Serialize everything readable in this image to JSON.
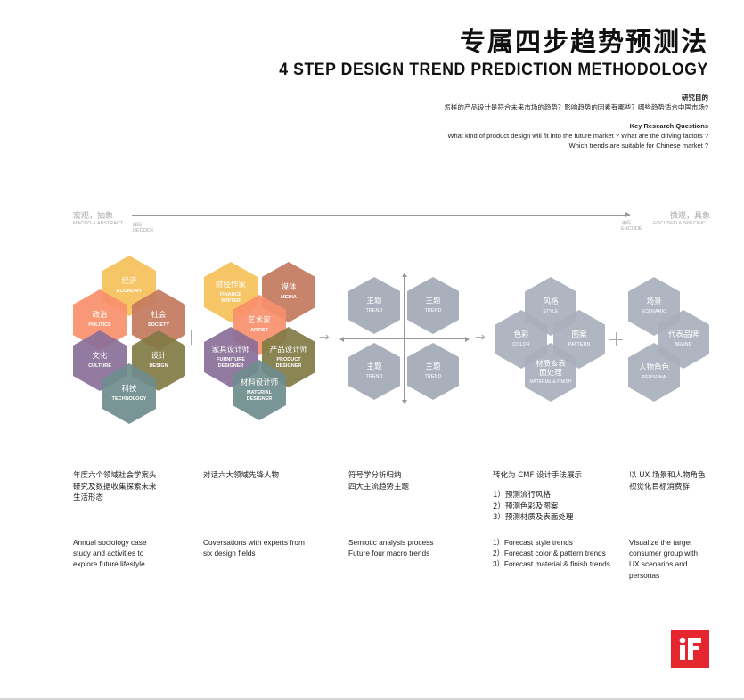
{
  "header": {
    "title_cn": "专属四步趋势预测法",
    "title_en": "4 STEP DESIGN TREND PREDICTION METHODOLOGY"
  },
  "research": {
    "heading_cn": "研究目的",
    "question_cn": "怎样的产品设计是符合未来市场的趋势？影响趋势的因素有哪些？哪些趋势适合中国市场?",
    "heading_en": "Key Research Questions",
    "question_en_1": "What kind of product design will fit into the future market ?   What are the driving factors ?",
    "question_en_2": "Which trends are suitable for Chinese market ?"
  },
  "axis": {
    "left_cn": "宏观，抽象",
    "left_en": "MACRO & ABSTRACT",
    "decode_cn": "解码",
    "decode_en": "DECODE",
    "encode_cn": "编码",
    "encode_en": "ENCODE",
    "right_cn": "微观，具象",
    "right_en": "FOCUSED & SPECIFIC",
    "color": "#9a9a9a"
  },
  "step1": {
    "hexes": [
      {
        "cn": "经济",
        "en": "ECONOMY",
        "color": "#f6c35e"
      },
      {
        "cn": "政治",
        "en": "POLITICS",
        "color": "#f9906b"
      },
      {
        "cn": "社会",
        "en": "SOCIETY",
        "color": "#c47a5e"
      },
      {
        "cn": "文化",
        "en": "CULTURE",
        "color": "#8a6f98"
      },
      {
        "cn": "设计",
        "en": "DESIGN",
        "color": "#827a45"
      },
      {
        "cn": "科技",
        "en": "TECHNOLOGY",
        "color": "#6f8d8e"
      }
    ],
    "desc_cn": "年度六个领域社会学案头研究及数据收集探索未来生活形态",
    "desc_en": "Annual sociology case study and activities to explore future lifestyle"
  },
  "step2": {
    "hexes": [
      {
        "cn": "财经作家",
        "en": "FINANCE WRITER",
        "color": "#f6c35e"
      },
      {
        "cn": "媒体",
        "en": "MEDIA",
        "color": "#c47a5e"
      },
      {
        "cn": "艺术家",
        "en": "ARTIST",
        "color": "#f9906b"
      },
      {
        "cn": "家具设计师",
        "en": "FURNITURE DESIGNER",
        "color": "#8a6f98"
      },
      {
        "cn": "产品设计师",
        "en": "PRODUCT DESIGNER",
        "color": "#827a45"
      },
      {
        "cn": "材料设计师",
        "en": "MATERIAL DESIGNER",
        "color": "#6f8d8e"
      }
    ],
    "desc_cn": "对话六大领域先锋人物",
    "desc_en": "Coversations with experts from six design fields"
  },
  "step3": {
    "hexes": [
      {
        "cn": "主题",
        "en": "TREND"
      },
      {
        "cn": "主题",
        "en": "TREND"
      },
      {
        "cn": "主题",
        "en": "TREND"
      },
      {
        "cn": "主题",
        "en": "TREND"
      }
    ],
    "hex_color": "#a9b0bc",
    "desc_cn_1": "符号学分析归纳",
    "desc_cn_2": "四大主流趋势主题",
    "desc_en_1": "Semiotic analysis process",
    "desc_en_2": "Future four macro trends"
  },
  "step4": {
    "hexes": [
      {
        "cn": "风格",
        "en": "STYLE"
      },
      {
        "cn": "色彩",
        "en": "COLOR"
      },
      {
        "cn": "图案",
        "en": "PATTERN"
      },
      {
        "cn": "材质＆表面处理",
        "en": "MATERIAL & FINISH"
      }
    ],
    "hex_color": "#a9b0bc",
    "desc_cn": "转化为 CMF 设计手法展示",
    "list_cn": [
      "1）预测流行风格",
      "2）预测色彩及图案",
      "3）预测材质及表面处理"
    ],
    "list_en": [
      "1）Forecast style trends",
      "2）Forecast color & pattern trends",
      "3）Forecast material & finish trends"
    ]
  },
  "step5": {
    "hexes": [
      {
        "cn": "场景",
        "en": "SCENARIO"
      },
      {
        "cn": "代表品牌",
        "en": "BRAND"
      },
      {
        "cn": "人物角色",
        "en": "PERSONA"
      }
    ],
    "hex_color": "#a9b0bc",
    "desc_cn": "以 UX 场景和人物角色视觉化目标消费群",
    "desc_en": "Visualize the target consumer group with UX scenarios and personas"
  },
  "symbols": {
    "plus_1": "plus-icon",
    "plus_2": "plus-icon",
    "arrow_1": "→",
    "arrow_2": "→"
  },
  "logo": {
    "text": "iF",
    "color": "#e6262e"
  }
}
